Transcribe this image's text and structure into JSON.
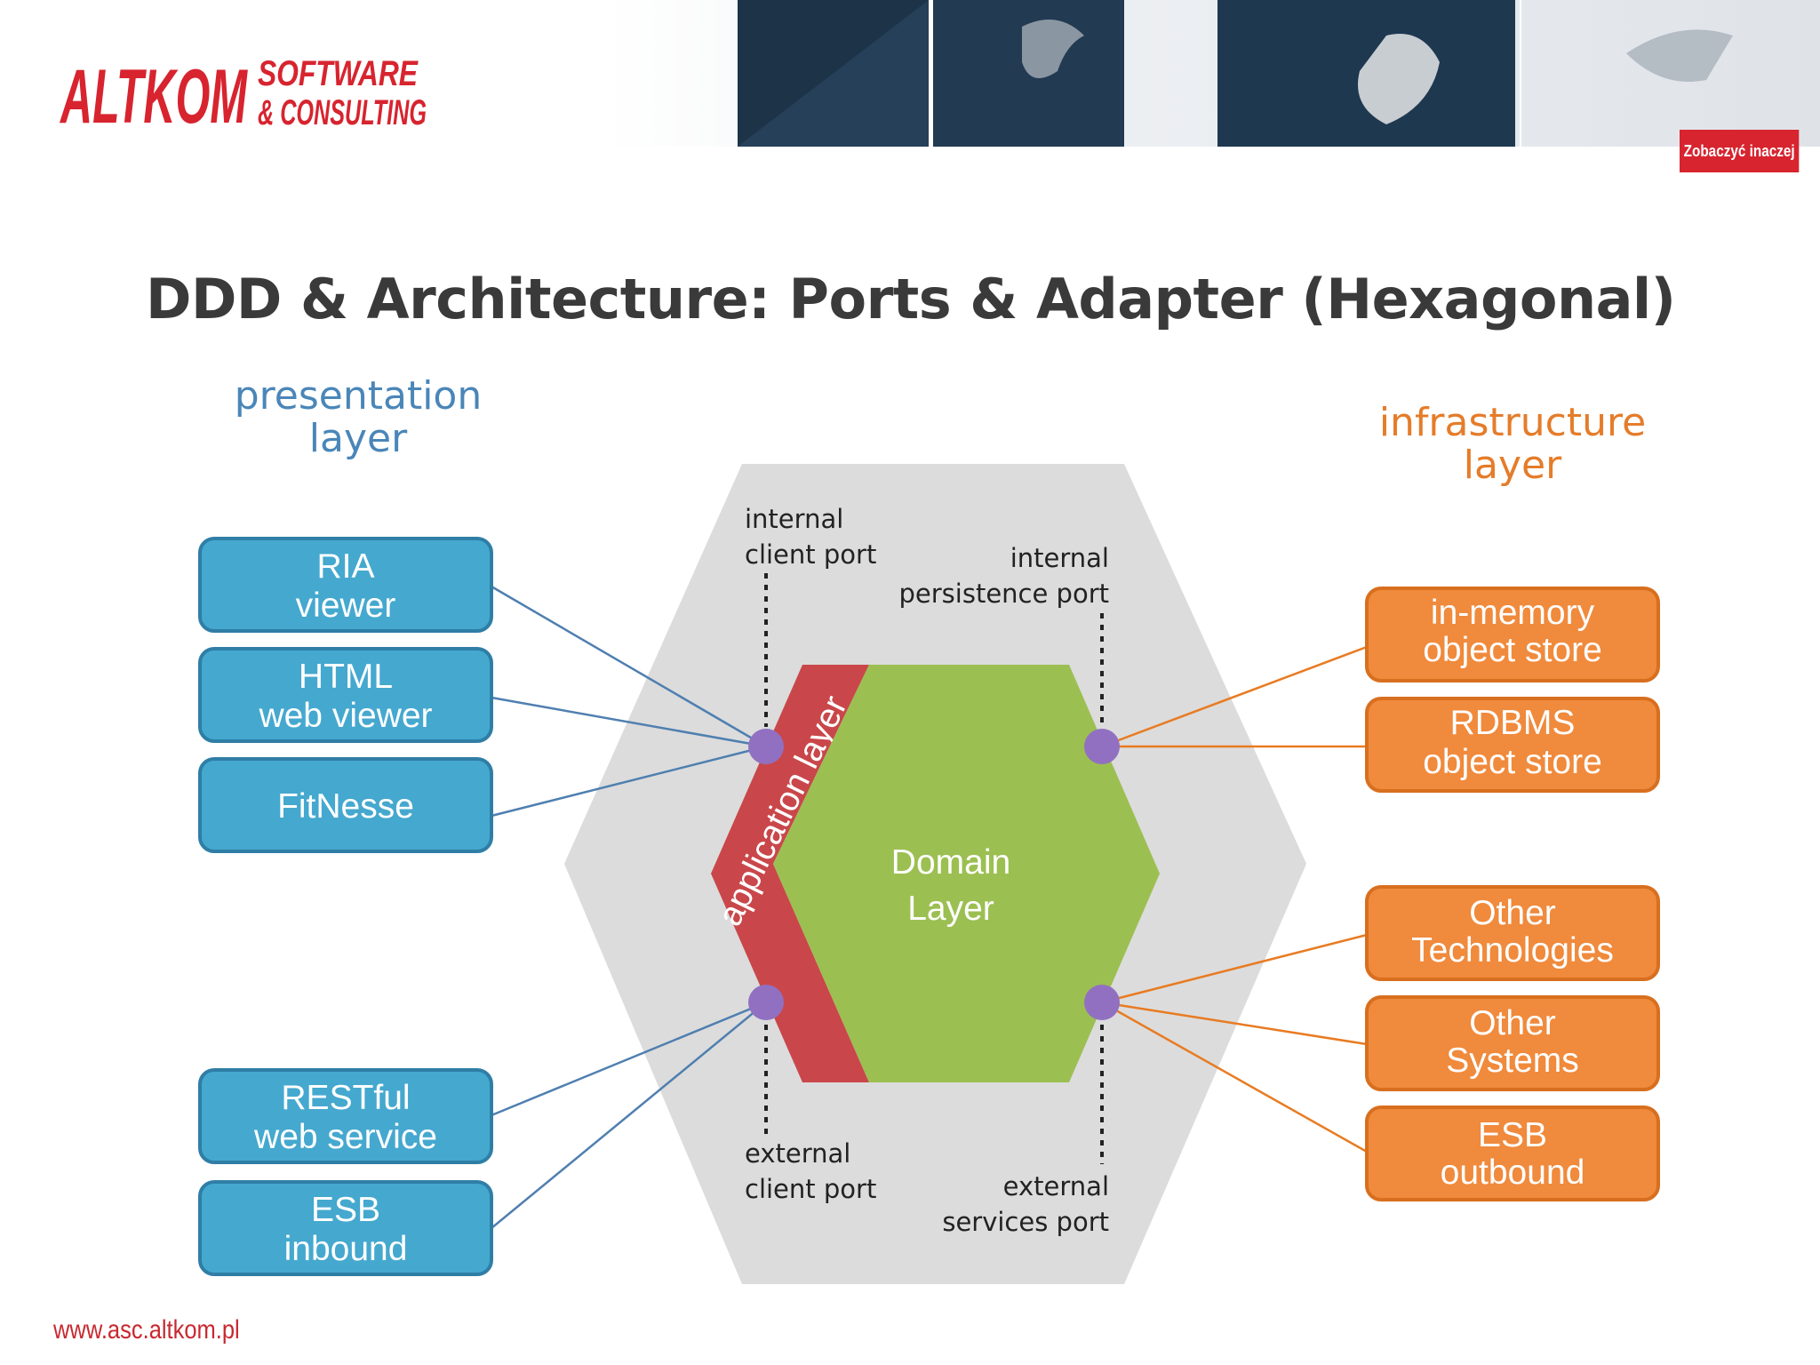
{
  "brand": {
    "logo_main": "ALTKOM",
    "logo_line1": "SOFTWARE",
    "logo_line2": "& CONSULTING",
    "badge_text": "Zobaczyć inaczej",
    "footer_url": "www.asc.altkom.pl"
  },
  "title": "DDD & Architecture: Ports & Adapter (Hexagonal)",
  "presentation_layer": {
    "title_line1": "presentation",
    "title_line2": "layer",
    "top_boxes": [
      {
        "line1": "RIA",
        "line2": "viewer"
      },
      {
        "line1": "HTML",
        "line2": "web viewer"
      },
      {
        "line1": "FitNesse",
        "line2": ""
      }
    ],
    "bottom_boxes": [
      {
        "line1": "RESTful",
        "line2": "web service"
      },
      {
        "line1": "ESB",
        "line2": "inbound"
      }
    ]
  },
  "infrastructure_layer": {
    "title_line1": "infrastructure",
    "title_line2": "layer",
    "top_boxes": [
      {
        "line1": "in-memory",
        "line2": "object store"
      },
      {
        "line1": "RDBMS",
        "line2": "object store"
      }
    ],
    "bottom_boxes": [
      {
        "line1": "Other",
        "line2": "Technologies"
      },
      {
        "line1": "Other",
        "line2": "Systems"
      },
      {
        "line1": "ESB",
        "line2": "outbound"
      }
    ]
  },
  "ports": {
    "internal_client": {
      "line1": "internal",
      "line2": "client port"
    },
    "internal_persistence": {
      "line1": "internal",
      "line2": "persistence port"
    },
    "external_client": {
      "line1": "external",
      "line2": "client port"
    },
    "external_services": {
      "line1": "external",
      "line2": "services port"
    }
  },
  "core": {
    "application_layer": "application layer",
    "domain_line1": "Domain",
    "domain_line2": "Layer"
  },
  "colors": {
    "presentation_blue": "#45a8cf",
    "presentation_border": "#2f7ea6",
    "presentation_title": "#4a86b8",
    "infrastructure_orange": "#f08a3c",
    "infrastructure_border": "#d86f1f",
    "infrastructure_title": "#e57c2a",
    "hexagon_gray": "#dcdcdc",
    "application_red": "#c9474a",
    "domain_green": "#9cbf52",
    "port_purple": "#9170c2",
    "brand_red": "#d7242f"
  }
}
